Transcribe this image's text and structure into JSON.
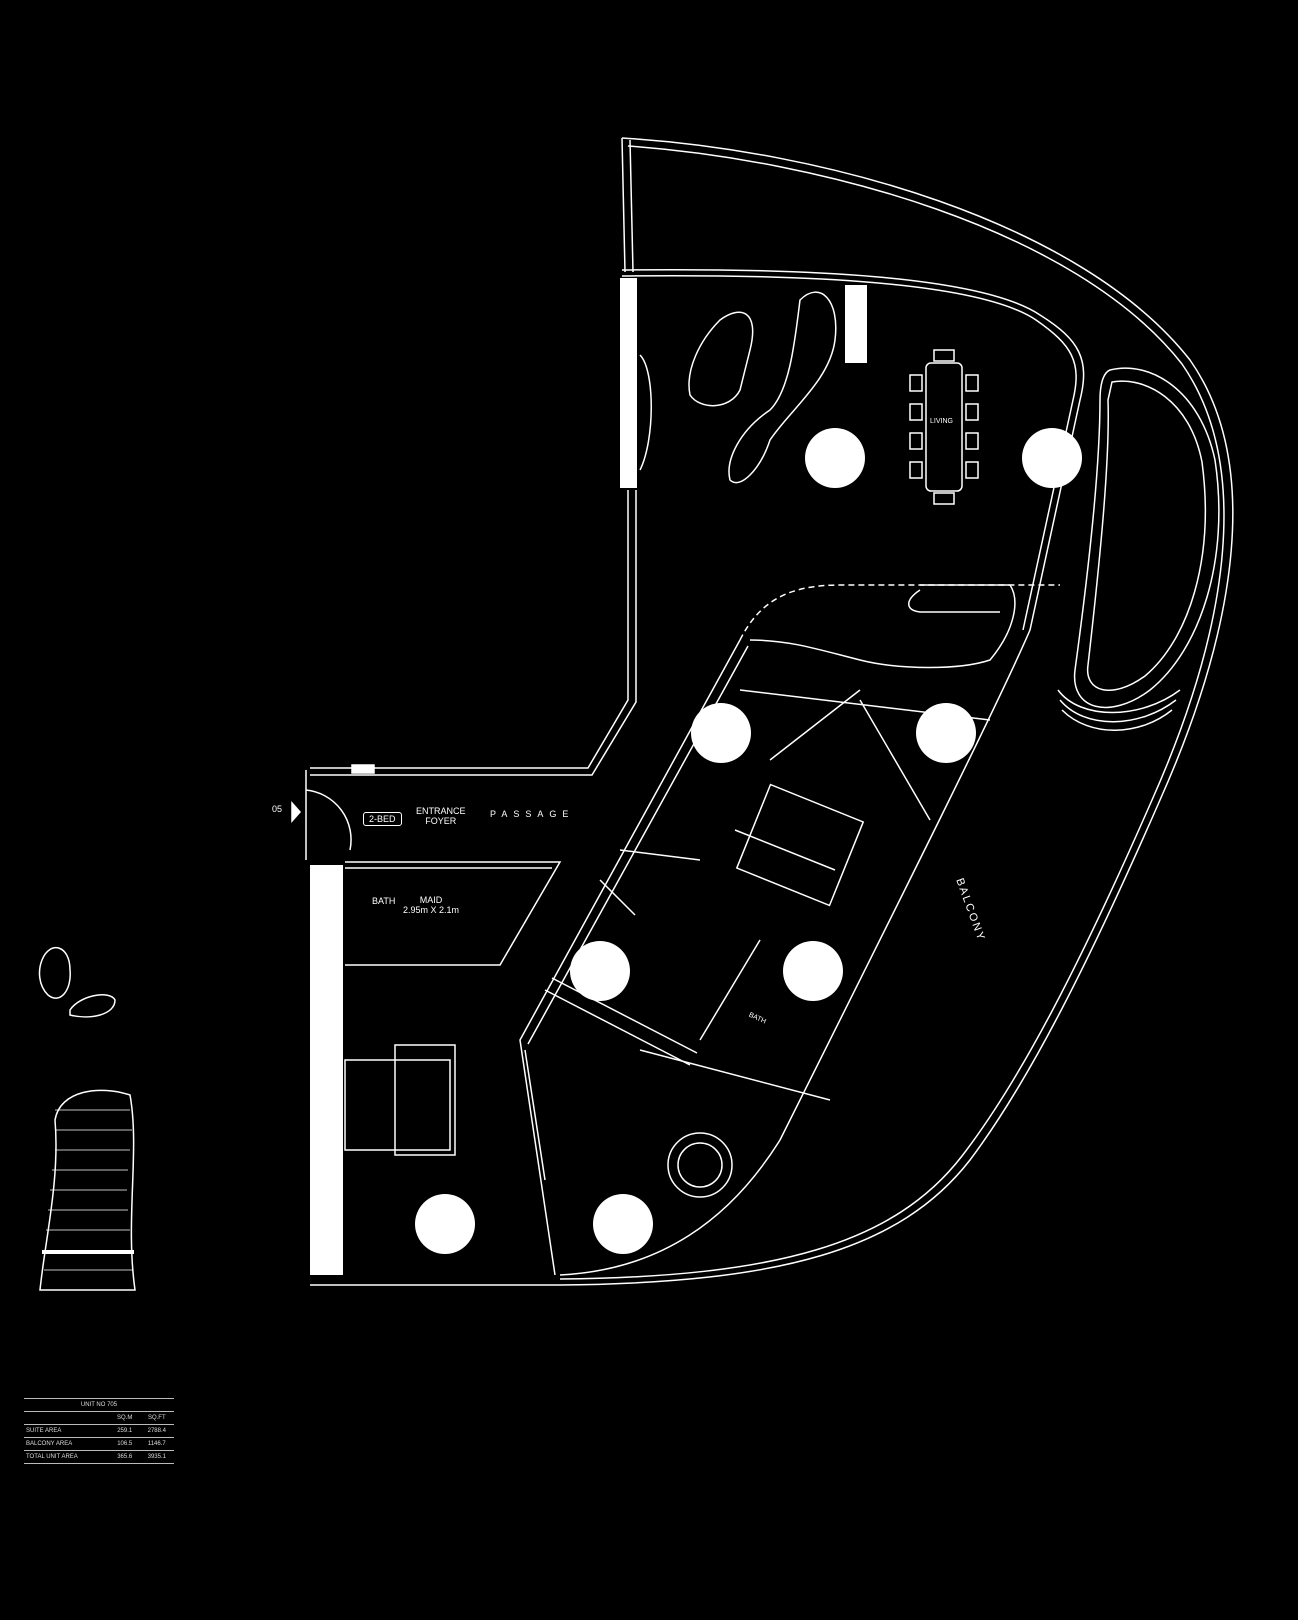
{
  "plan": {
    "labels": {
      "door_number": "05",
      "unit_type": "2-BED",
      "entrance_line1": "ENTRANCE",
      "entrance_line2": "FOYER",
      "passage": "PASSAGE",
      "bath_maid": "BATH",
      "maid_line1": "MAID",
      "maid_line2": "2.95m X 2.1m",
      "living": "LIVING",
      "bath_master": "BATH",
      "balcony": "BALCONY"
    }
  },
  "area_table": {
    "title": "UNIT NO 705",
    "columns": [
      "",
      "SQ.M",
      "SQ.FT"
    ],
    "rows": [
      [
        "SUITE AREA",
        "259.1",
        "2788.4"
      ],
      [
        "BALCONY AREA",
        "106.5",
        "1146.7"
      ],
      [
        "TOTAL UNIT AREA",
        "365.6",
        "3935.1"
      ]
    ]
  },
  "colors": {
    "background": "#000000",
    "line": "#ffffff"
  }
}
